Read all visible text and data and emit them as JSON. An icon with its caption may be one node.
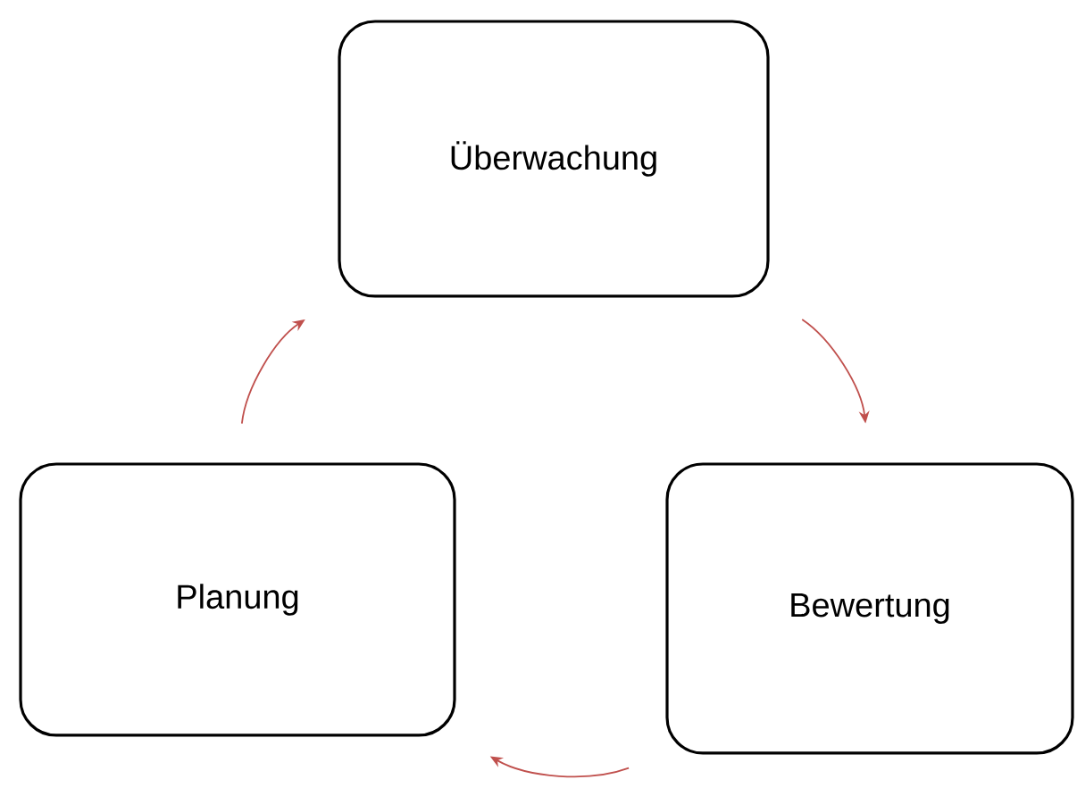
{
  "diagram": {
    "nodes": [
      {
        "text": [
          "Überwachung"
        ]
      },
      {
        "text": [
          "Bewertung"
        ]
      },
      {
        "text": [
          "Planung"
        ]
      }
    ],
    "edges": [
      {
        "from": 0,
        "to": 1,
        "arrow": "to"
      },
      {
        "from": 1,
        "to": 2,
        "arrow": "to"
      },
      {
        "from": 2,
        "to": 0,
        "arrow": "to"
      }
    ]
  }
}
